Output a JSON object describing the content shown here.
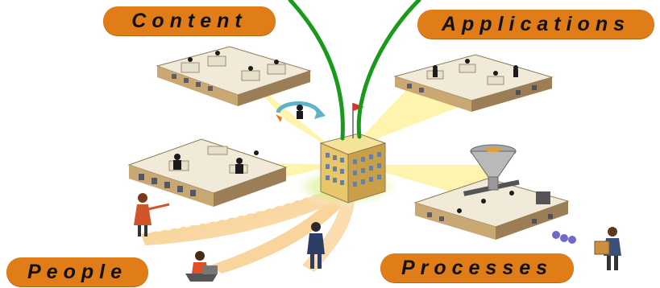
{
  "labels": {
    "content": "Content",
    "applications": "Applications",
    "people": "People",
    "processes": "Processes"
  },
  "colors": {
    "label_fill": "#e07d18",
    "cable": "#1a9a1a",
    "beam": "#fff3a0",
    "building": "#e8c66a",
    "room_floor": "#f1ead8",
    "room_wall": "#b8a07a"
  },
  "icons": [
    "building-icon",
    "office-room-icon",
    "person-icon",
    "funnel-icon",
    "laptop-icon",
    "flag-icon",
    "cycle-arrow-icon"
  ]
}
